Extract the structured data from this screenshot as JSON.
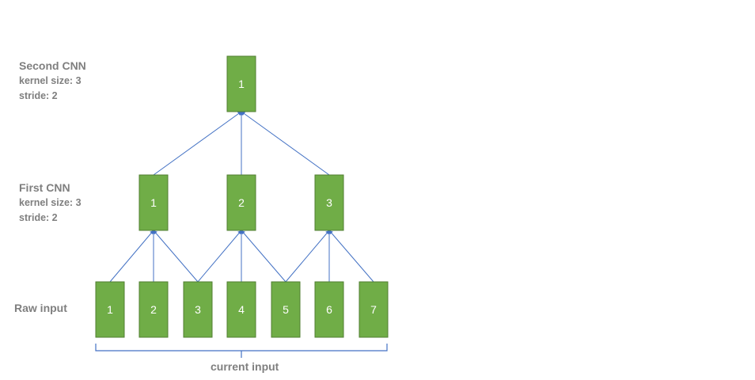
{
  "layers": {
    "second": {
      "title": "Second CNN",
      "kernel": "kernel size: 3",
      "stride": "stride: 2",
      "nodes": [
        "1"
      ]
    },
    "first": {
      "title": "First CNN",
      "kernel": "kernel size: 3",
      "stride": "stride: 2",
      "nodes": [
        "1",
        "2",
        "3"
      ]
    },
    "raw": {
      "title": "Raw input",
      "nodes": [
        "1",
        "2",
        "3",
        "4",
        "5",
        "6",
        "7"
      ]
    }
  },
  "caption": "current input",
  "colors": {
    "box_fill": "#70ad47",
    "box_stroke": "#507e32",
    "edge": "#4472c4",
    "label": "#7f7f7f"
  }
}
